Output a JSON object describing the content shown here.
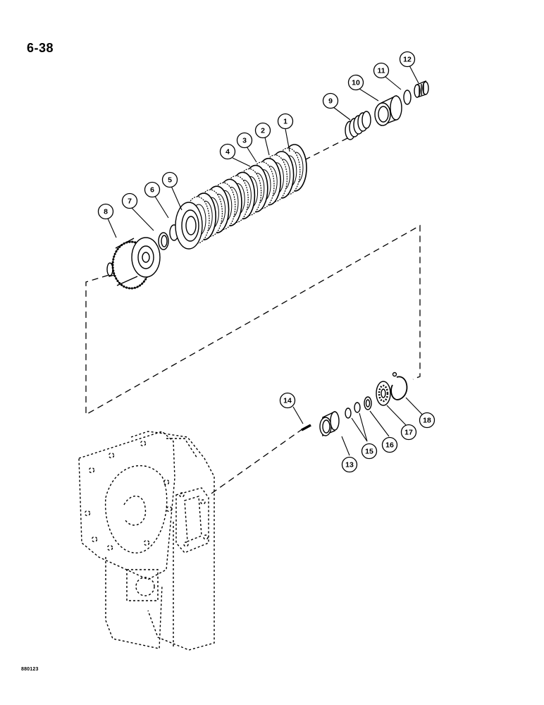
{
  "page": {
    "number": "6-38",
    "figure_code": "880123"
  },
  "callouts": [
    "1",
    "2",
    "3",
    "4",
    "5",
    "6",
    "7",
    "8",
    "9",
    "10",
    "11",
    "12",
    "13",
    "14",
    "15",
    "16",
    "17",
    "18"
  ]
}
